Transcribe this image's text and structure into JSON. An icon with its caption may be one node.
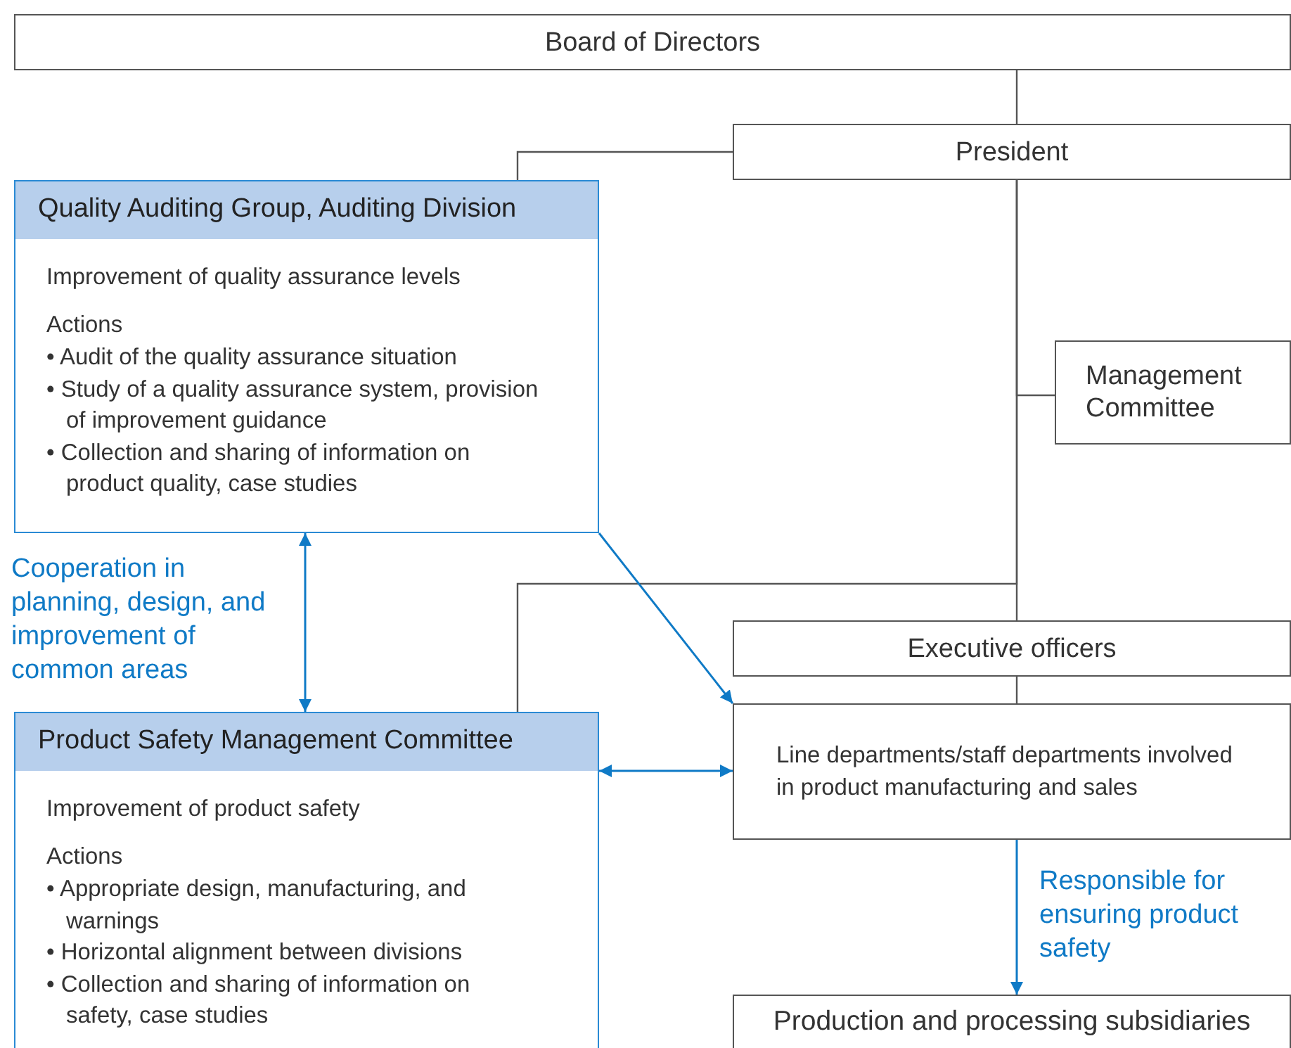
{
  "diagram": {
    "nodes": [
      {
        "text": [
          "Board of Directors"
        ]
      },
      {
        "text": [
          "President"
        ]
      },
      {
        "text": [
          "Quality Auditing Group, Auditing Division",
          "Improvement of quality assurance levels",
          "Actions",
          "• Audit of the quality assurance situation",
          "• Study of a quality assurance system, provision of improvement guidance",
          "• Collection and sharing of information on product quality, case studies"
        ]
      },
      {
        "text": [
          "Management Committee"
        ]
      },
      {
        "text": [
          "Executive officers"
        ]
      },
      {
        "text": [
          "Product Safety Management Committee",
          "Improvement of product safety",
          "Actions",
          "• Appropriate design, manufacturing, and warnings",
          "• Horizontal alignment between divisions",
          "• Collection and sharing of information on safety, case studies"
        ]
      },
      {
        "text": [
          "Line departments/staff departments involved in product manufacturing and sales"
        ]
      },
      {
        "text": [
          "Production and processing subsidiaries"
        ]
      }
    ],
    "edges": [
      {
        "from": 0,
        "to": 1,
        "arrow": "none"
      },
      {
        "from": 1,
        "to": 2,
        "arrow": "none"
      },
      {
        "from": 1,
        "to": 3,
        "arrow": "none"
      },
      {
        "from": 1,
        "to": 4,
        "arrow": "none"
      },
      {
        "from": 1,
        "to": 5,
        "arrow": "none"
      },
      {
        "from": 4,
        "to": 6,
        "arrow": "none"
      },
      {
        "from": 2,
        "to": 6,
        "arrow": "to",
        "color": "#0f7ac6"
      },
      {
        "from": 2,
        "to": 5,
        "arrow": "both",
        "color": "#0f7ac6",
        "label": "Cooperation in planning, design, and improvement of common areas"
      },
      {
        "from": 5,
        "to": 6,
        "arrow": "both",
        "color": "#0f7ac6"
      },
      {
        "from": 6,
        "to": 7,
        "arrow": "to",
        "color": "#0f7ac6",
        "label": "Responsible for ensuring product safety"
      }
    ]
  }
}
